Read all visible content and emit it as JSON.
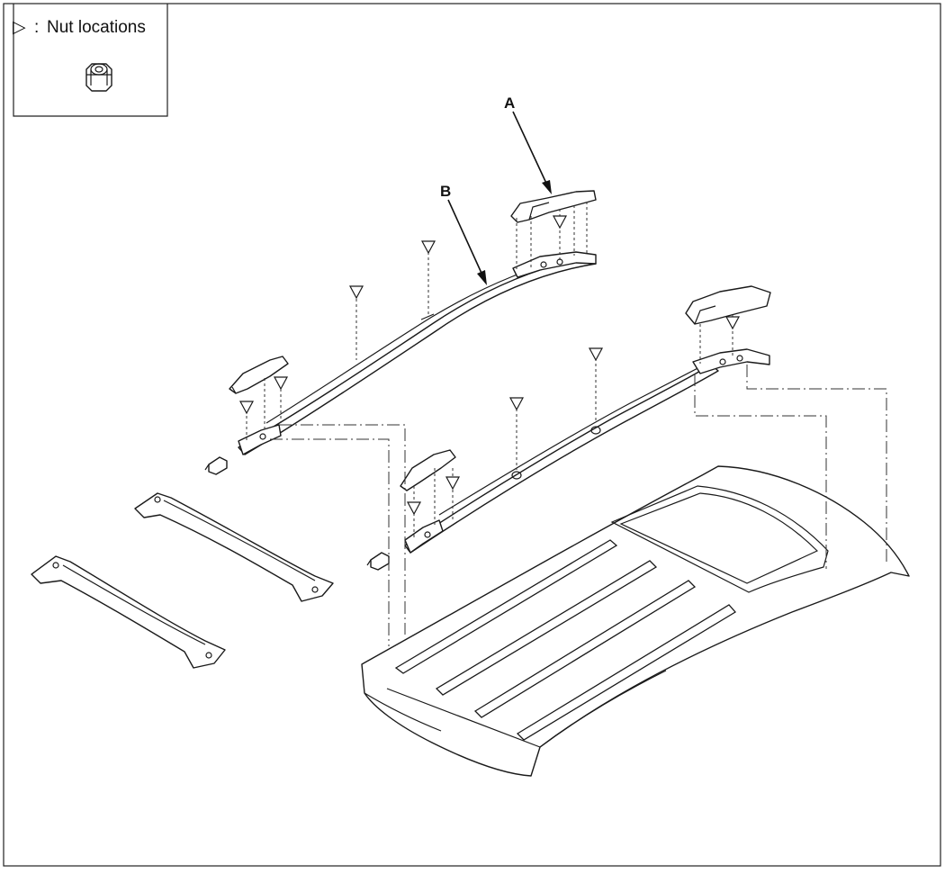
{
  "legend": {
    "symbol": "▷",
    "separator": ":",
    "text": "Nut locations",
    "icon": "nut-icon"
  },
  "callouts": {
    "a": "A",
    "b": "B"
  }
}
